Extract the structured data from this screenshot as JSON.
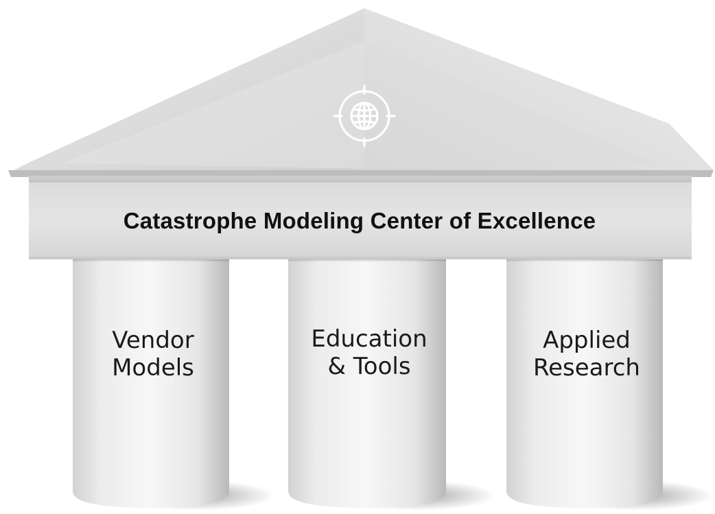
{
  "header": {
    "title": "Catastrophe Modeling Center of Excellence"
  },
  "icon": {
    "name": "globe-target-icon",
    "color": "#ffffff"
  },
  "pillars": [
    {
      "line1": "Vendor",
      "line2": "Models"
    },
    {
      "line1": "Education",
      "line2": "& Tools"
    },
    {
      "line1": "Applied",
      "line2": "Research"
    }
  ],
  "colors": {
    "roof_light": "#f2f2f2",
    "roof_dark": "#bdbdbd",
    "beam": "#d9d9d9",
    "pillar_light": "#f7f7f7",
    "pillar_dark": "#bcbcbc",
    "text": "#111111"
  }
}
